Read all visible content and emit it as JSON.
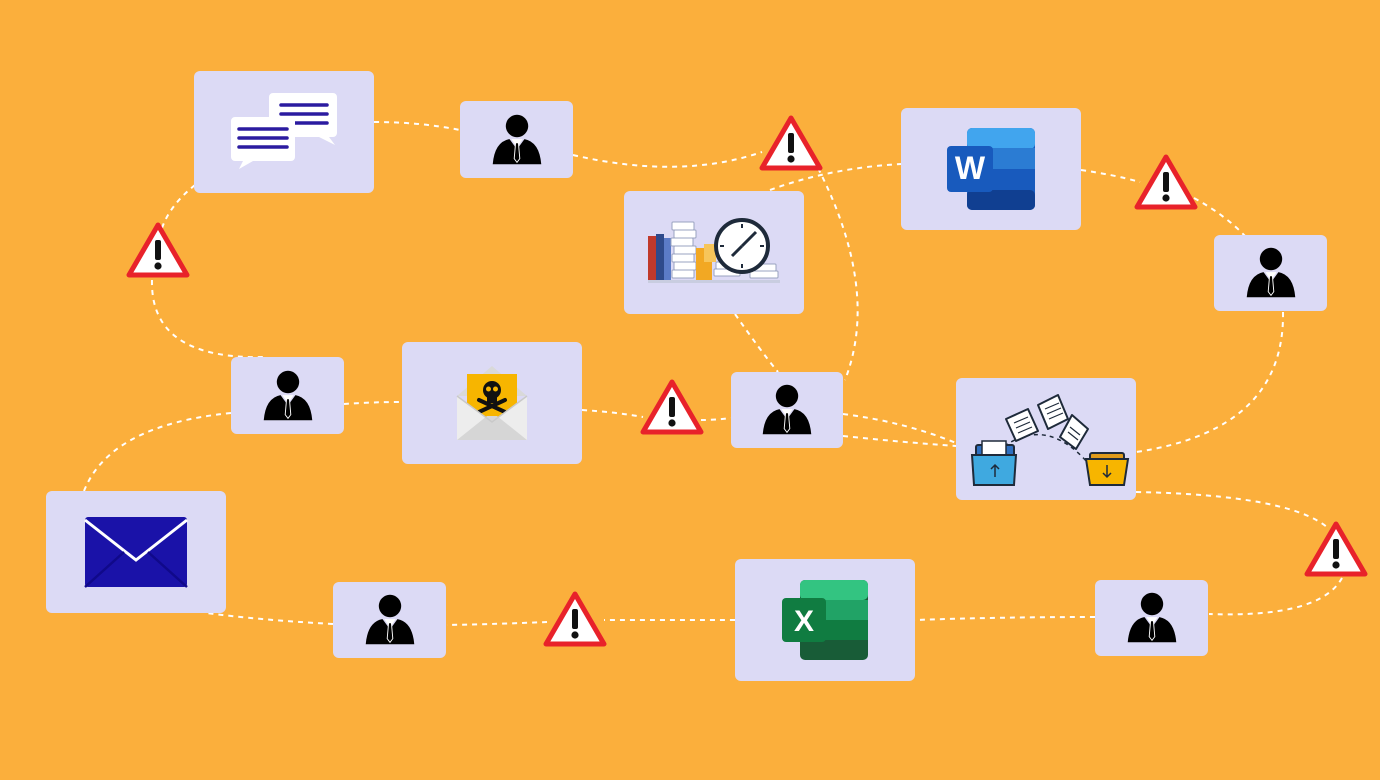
{
  "diagram": {
    "nodes": [
      {
        "id": "chat",
        "icon": "chat-bubbles-icon"
      },
      {
        "id": "user-top",
        "icon": "user-icon"
      },
      {
        "id": "word",
        "icon": "word-icon",
        "label": "W"
      },
      {
        "id": "user-right",
        "icon": "user-icon"
      },
      {
        "id": "archive",
        "icon": "archive-clock-icon"
      },
      {
        "id": "user-left",
        "icon": "user-icon"
      },
      {
        "id": "malware-mail",
        "icon": "malware-email-icon"
      },
      {
        "id": "user-center",
        "icon": "user-icon"
      },
      {
        "id": "transfer",
        "icon": "file-transfer-icon"
      },
      {
        "id": "mail",
        "icon": "mail-icon"
      },
      {
        "id": "user-bottom-left",
        "icon": "user-icon"
      },
      {
        "id": "excel",
        "icon": "excel-icon",
        "label": "X"
      },
      {
        "id": "user-bottom-right",
        "icon": "user-icon"
      }
    ],
    "warnings": [
      {
        "id": "warn-1",
        "icon": "warning-icon",
        "symbol": "!"
      },
      {
        "id": "warn-2",
        "icon": "warning-icon",
        "symbol": "!"
      },
      {
        "id": "warn-3",
        "icon": "warning-icon",
        "symbol": "!"
      },
      {
        "id": "warn-4",
        "icon": "warning-icon",
        "symbol": "!"
      },
      {
        "id": "warn-5",
        "icon": "warning-icon",
        "symbol": "!"
      },
      {
        "id": "warn-6",
        "icon": "warning-icon",
        "symbol": "!"
      },
      {
        "id": "warn-7",
        "icon": "warning-icon",
        "symbol": "!"
      }
    ],
    "colors": {
      "background": "#FBAF3C",
      "card": "#DCDAF5",
      "connector": "#FFFFFF",
      "warning_border": "#E8222A",
      "warning_fill": "#FFFFFF",
      "mail_blue": "#1A12A8",
      "word_blue": "#185ABD",
      "excel_green": "#107C41",
      "chat_purple": "#2B1BA0",
      "skull_yellow": "#F7B500"
    }
  }
}
